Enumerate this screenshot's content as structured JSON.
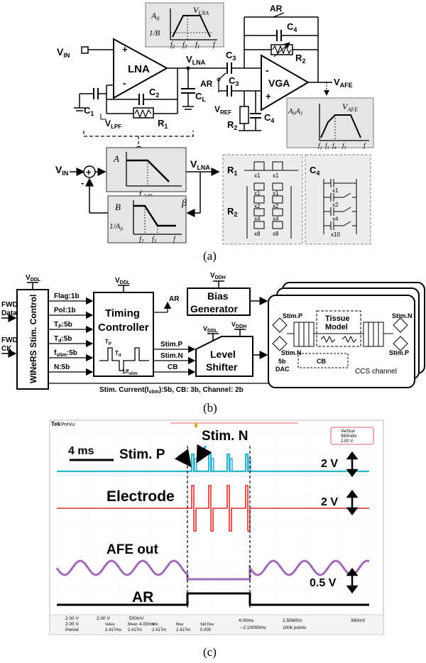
{
  "panel_a": {
    "caption": "(a)",
    "v_in": "V",
    "v_in_sub": "IN",
    "lna": "LNA",
    "vga": "VGA",
    "v_lna": "V",
    "v_lna_sub": "LNA",
    "v_afe": "V",
    "v_afe_sub": "AFE",
    "v_lpf": "V",
    "v_lpf_sub": "LPF",
    "v_ref": "V",
    "v_ref_sub": "REF",
    "c1": "C",
    "c1_sub": "1",
    "c2": "C",
    "c2_sub": "2",
    "cl": "C",
    "cl_sub": "L",
    "c3": "C",
    "c3_sub": "3",
    "c4": "C",
    "c4_sub": "4",
    "r1": "R",
    "r1_sub": "1",
    "r2": "R",
    "r2_sub": "2",
    "ar": "AR",
    "plus": "+",
    "minus": "-",
    "inset_lna": {
      "a0": "A",
      "a0_sub": "0",
      "inv_b": "1/B",
      "title": "V",
      "title_sub": "LNA",
      "f2": "f",
      "f2_sub": "2",
      "f3": "f",
      "f3_sub": "3",
      "f1": "f",
      "f1_sub": "1",
      "f": "f"
    },
    "inset_afe": {
      "gain": "A",
      "gain_sub": "0",
      "gain2": "A",
      "gain2_sub": "1",
      "title": "V",
      "title_sub": "AFE",
      "f2": "f",
      "f2_sub": "2",
      "f3": "f",
      "f3_sub": "3",
      "f4": "f",
      "f4_sub": "4",
      "f1": "f",
      "f1_sub": "1",
      "f": "f"
    },
    "forward_box": {
      "a": "A",
      "f3db": "f",
      "f3db_sub": "-3dB"
    },
    "feedback_box": {
      "b": "B",
      "inv_a0": "1/A",
      "inv_a0_sub": "0",
      "f2": "f",
      "f2_sub": "2",
      "f3": "f",
      "f3_sub": "3",
      "f": "f"
    },
    "beta": "β",
    "loop_vin": "V",
    "loop_vin_sub": "IN",
    "loop_vlna": "V",
    "loop_vlna_sub": "LNA",
    "r_bank": {
      "r1": "R",
      "r1_sub": "1",
      "r2": "R",
      "r2_sub": "2",
      "x1": "x1",
      "x2": "x2",
      "x4": "x4",
      "x8": "x8"
    },
    "c_bank": {
      "c4": "C",
      "c4_sub": "4",
      "x1": "x1",
      "x2": "x2",
      "x4": "x4",
      "x10": "x10"
    }
  },
  "panel_b": {
    "caption": "(b)",
    "fwd_data": [
      "FWD",
      "Data"
    ],
    "fwd_ck": [
      "FWD",
      "CK"
    ],
    "vddl": "V",
    "vddl_sub": "DDL",
    "vddh": "V",
    "vddh_sub": "DDH",
    "winers": "WINeRS Stim. Control",
    "signals": [
      "Flag:1b",
      "Pol:1b",
      "T",
      "T",
      "f",
      "N:5b"
    ],
    "sig_tp_sub": "P",
    "sig_tp_tail": ":5b",
    "sig_td_sub": "d",
    "sig_td_tail": ":5b",
    "sig_f_sub": "stim",
    "sig_f_tail": ":5b",
    "timing": [
      "Timing",
      "Controller"
    ],
    "ar": "AR",
    "bias": [
      "Bias",
      "Generator"
    ],
    "stim_p": "Stim.P",
    "stim_n": "Stim.N",
    "cb": "CB",
    "level": [
      "Level",
      "Shifter"
    ],
    "bottom_bus": "Stim. Current(I",
    "bottom_bus_sub": "stim",
    "bottom_bus_tail": "):5b, CB: 3b, Channel: 2b",
    "tp": "T",
    "tp_sub": "P",
    "td": "T",
    "td_sub": "d",
    "period": "1/f",
    "period_sub": "stim",
    "tissue": [
      "Tissue",
      "Model"
    ],
    "ccs_stim_p": "Stim.P",
    "ccs_stim_n": "Stim.N",
    "ccs_stim_n2": "Stim.N",
    "ccs_stim_p2": "Stim.P",
    "dac": [
      "5b",
      "DAC"
    ],
    "ccs_cb": "CB",
    "ccs_channel": "CCS channel"
  },
  "panel_c": {
    "caption": "(c)",
    "brand": "Tek",
    "mode": "PreVu",
    "time_scale": "4 ms",
    "stim_p": "Stim. P",
    "stim_n": "Stim. N",
    "electrode": "Electrode",
    "afe_out": "AFE out",
    "ar": "AR",
    "volts_2v_a": "2 V",
    "volts_2v_b": "2 V",
    "volts_05v": "0.5 V",
    "vertical_box": [
      "Vertical",
      "980mdiv",
      "2.00 V"
    ],
    "ch_row1": [
      "2.00 V",
      "2.00 V",
      "500mV"
    ],
    "ch_row2": [
      "2.00 V",
      "4.00ms"
    ],
    "meas_headers": [
      "Value",
      "Mean",
      "Min",
      "Max",
      "Std Dev"
    ],
    "meas_row": [
      "Period",
      "2.417ms",
      "2.417m",
      "2.417m",
      "2.417m",
      "0.000"
    ],
    "timebase": [
      "4.00ms",
      "→2.10000ms"
    ],
    "sample": [
      "2.50MS/s",
      "100k points"
    ],
    "trigger": "360mV",
    "colors": {
      "stim_p": "#2b3f9a",
      "stim_n": "#29a9e1",
      "electrode": "#d21f26",
      "afe": "#7a3b9c",
      "ar": "#000000",
      "cyan_trace": "#2fb6c6",
      "red_trace": "#e02a2a",
      "purple_trace": "#a06ab5"
    }
  }
}
